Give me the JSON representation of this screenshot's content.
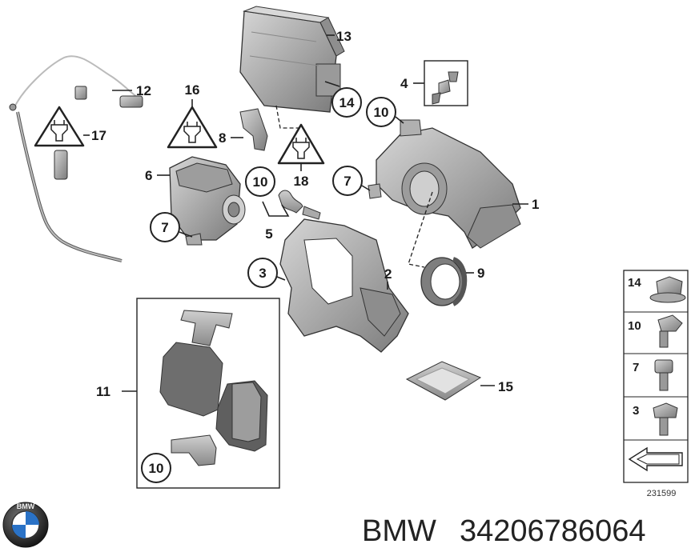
{
  "callouts": {
    "c1": "1",
    "c2": "2",
    "c3": "3",
    "c4": "4",
    "c5": "5",
    "c6": "6",
    "c7a": "7",
    "c7b": "7",
    "c8": "8",
    "c9": "9",
    "c10a": "10",
    "c10b": "10",
    "c10c": "10",
    "c11": "11",
    "c12": "12",
    "c13": "13",
    "c14": "14",
    "c15": "15",
    "c16": "16",
    "c17": "17",
    "c18": "18"
  },
  "legend": {
    "items": [
      "14",
      "10",
      "7",
      "3"
    ],
    "reference_number": "231599"
  },
  "footer": {
    "brand_text": "BMW",
    "part_number": "34206786064"
  },
  "colors": {
    "part_fill": "#b9b9b9",
    "part_dark": "#7d7d7d",
    "line": "#222222"
  }
}
